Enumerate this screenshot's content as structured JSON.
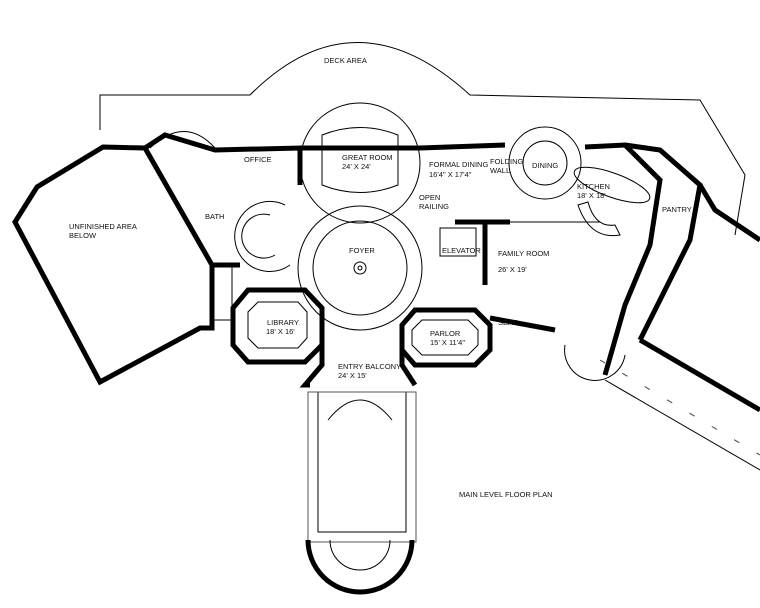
{
  "title": "MAIN LEVEL FLOOR PLAN",
  "rooms": {
    "deck": {
      "name": "DECK AREA"
    },
    "office": {
      "name": "OFFICE"
    },
    "great_room": {
      "name": "GREAT ROOM",
      "size": "24' X 24'"
    },
    "formal_dining": {
      "name": "FORMAL DINING",
      "size": "16'4\" X 17'4\""
    },
    "folding_wall": {
      "name": "FOLDING WALL"
    },
    "dining": {
      "name": "DINING"
    },
    "kitchen": {
      "name": "KITCHEN",
      "size": "18' X 18'"
    },
    "pantry": {
      "name": "PANTRY"
    },
    "unfinished": {
      "name": "UNFINISHED AREA",
      "sub": "BELOW"
    },
    "bath": {
      "name": "BATH"
    },
    "open_railing": {
      "name": "OPEN RAILING"
    },
    "foyer": {
      "name": "FOYER"
    },
    "elevator": {
      "name": "ELEVATOR"
    },
    "family_room": {
      "name": "FAMILY ROOM",
      "size": "26' X 19'"
    },
    "library": {
      "name": "LIBRARY",
      "size": "18' X 16'"
    },
    "parlor": {
      "name": "PARLOR",
      "size": "15' X 11'4\""
    },
    "seat": {
      "name": "SEAT"
    },
    "entry_balcony": {
      "name": "ENTRY BALCONY",
      "size": "24' X 15'"
    }
  }
}
